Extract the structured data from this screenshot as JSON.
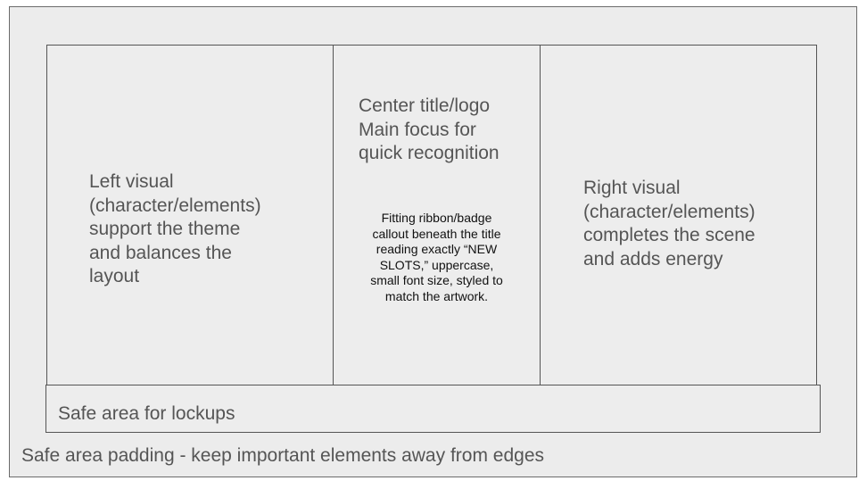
{
  "diagram": {
    "left_panel": "Left visual\n(character/elements)\nsupport the theme\nand balances the\nlayout",
    "center_panel": "Center title/logo\nMain focus for\nquick recognition",
    "center_callout": "Fitting ribbon/badge callout beneath the title reading exactly “NEW SLOTS,” uppercase, small font size, styled to match the artwork.",
    "right_panel": "Right visual\n(character/elements)\ncompletes the scene\nand adds energy",
    "lockup_area": "Safe area for lockups",
    "padding_note": "Safe area padding - keep important elements away from edges"
  }
}
